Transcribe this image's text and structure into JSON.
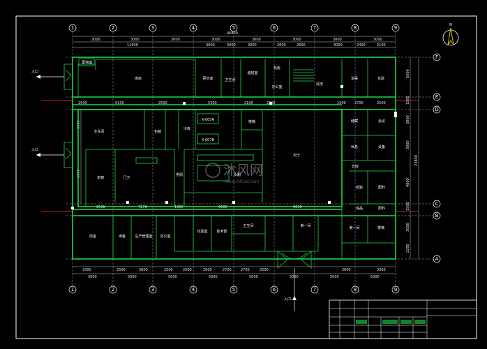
{
  "drawing": {
    "top_dims_row1": [
      "3000",
      "3000",
      "3000",
      "3000",
      "3000",
      "3000",
      "3000",
      "3000",
      "3000"
    ],
    "top_total": "46800",
    "top_dims_row2": [
      "11600",
      "3000",
      "3000",
      "3000",
      "2600",
      "2600",
      "3000",
      "2400",
      "2100"
    ],
    "bottom_dims_row1": [
      "3300",
      "2500",
      "3000",
      "2500",
      "2500",
      "2600",
      "2700",
      "2700",
      "2500",
      "2600",
      "3300"
    ],
    "bottom_dims_row2": [
      "3000",
      "5000",
      "5000",
      "5000",
      "5000",
      "5000",
      "5000",
      "5000"
    ],
    "col_axis": [
      "1",
      "2",
      "3",
      "4",
      "5",
      "6",
      "7",
      "8",
      "9"
    ],
    "row_axis": [
      "F",
      "E",
      "D",
      "C",
      "B",
      "A"
    ],
    "inner_dims_top": [
      "2500",
      "5100",
      "2500",
      "5300",
      "2100",
      "2100",
      "1500",
      "2700",
      "2500"
    ],
    "inner_dims_bottom": [
      "2500",
      "7270",
      "1300",
      "6600",
      "9630"
    ],
    "right_dims": [
      "6500",
      "1500",
      "3000",
      "3000",
      "4800",
      "1500",
      "3000",
      "2200"
    ],
    "right_total": "23800",
    "left_dims": [
      "3500",
      "6000"
    ],
    "rooms": {
      "r1": "配电室",
      "r2": "库房",
      "r3": "更衣室",
      "r4": "卫生间",
      "r5": "值班室",
      "r6": "机房",
      "r7": "办公室",
      "r8": "清洗",
      "r9": "消毒",
      "r10": "化验",
      "r11": "主车间",
      "r12": "包装",
      "r13": "冷库",
      "r14": "X-007A",
      "r15": "X-007B",
      "r16": "楼梯",
      "r17": "大厅",
      "r18": "走廊",
      "r19": "门卫",
      "r20": "男厕",
      "r21": "女厕",
      "r22": "储藏",
      "r23": "会议",
      "r24": "休息",
      "r25": "设备",
      "r26": "仓库",
      "r27": "检验",
      "r28": "配料",
      "r29": "成品",
      "r30": "原料",
      "r31": "前室",
      "r32": "准备",
      "r33": "生产管理室",
      "r34": "办公室",
      "r35": "化验室",
      "r36": "技术部",
      "r37": "卫生间",
      "r38": "第一间",
      "r39": "第一间",
      "r40": "楼梯"
    },
    "entrance_left_top": "入口",
    "entrance_left_bottom": "入口",
    "entrance_bottom": "入口",
    "watermark": "沐风网",
    "watermark_url": "www.mfcad.com",
    "north": "N"
  }
}
